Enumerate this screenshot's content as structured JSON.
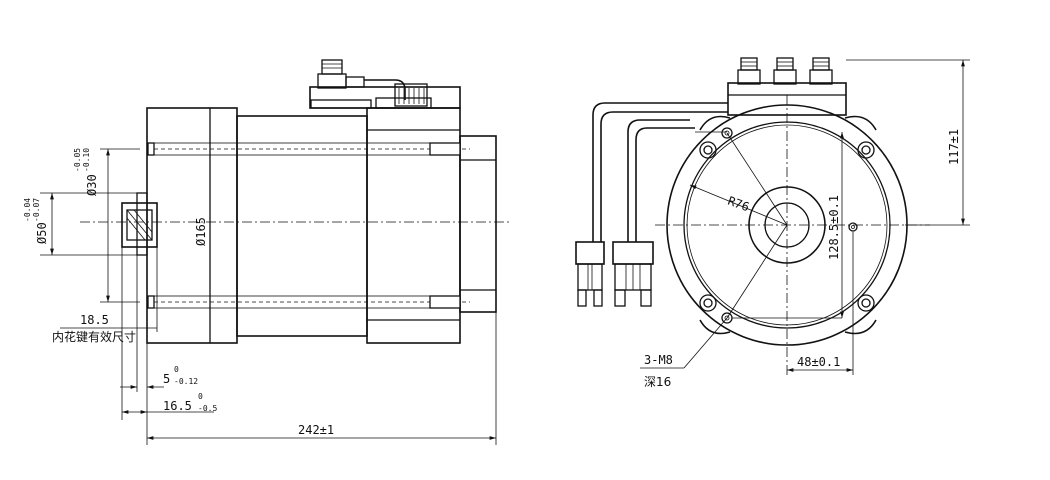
{
  "side_view": {
    "dim_width_main": "Ø165",
    "dim_pilot": "Ø50",
    "dim_pilot_tol_upper": "-0.04",
    "dim_pilot_tol_lower": "-0.07",
    "dim_shaft": "Ø30",
    "dim_shaft_tol_upper": "-0.05",
    "dim_shaft_tol_lower": "-0.10",
    "dim_spline": "18.5",
    "spline_note": "内花键有效尺寸",
    "dim_a": "5",
    "dim_a_tol_upper": "0",
    "dim_a_tol_lower": "-0.12",
    "dim_b": "16.5",
    "dim_b_tol_upper": "0",
    "dim_b_tol_lower": "-0.5",
    "dim_length": "242±1"
  },
  "end_view": {
    "dim_radius": "R76",
    "dim_vertical_offset": "128.5±0.1",
    "dim_top_height": "117±1",
    "dim_horizontal_offset": "48±0.1",
    "thread_note": "3-M8",
    "depth_note": "深16"
  }
}
